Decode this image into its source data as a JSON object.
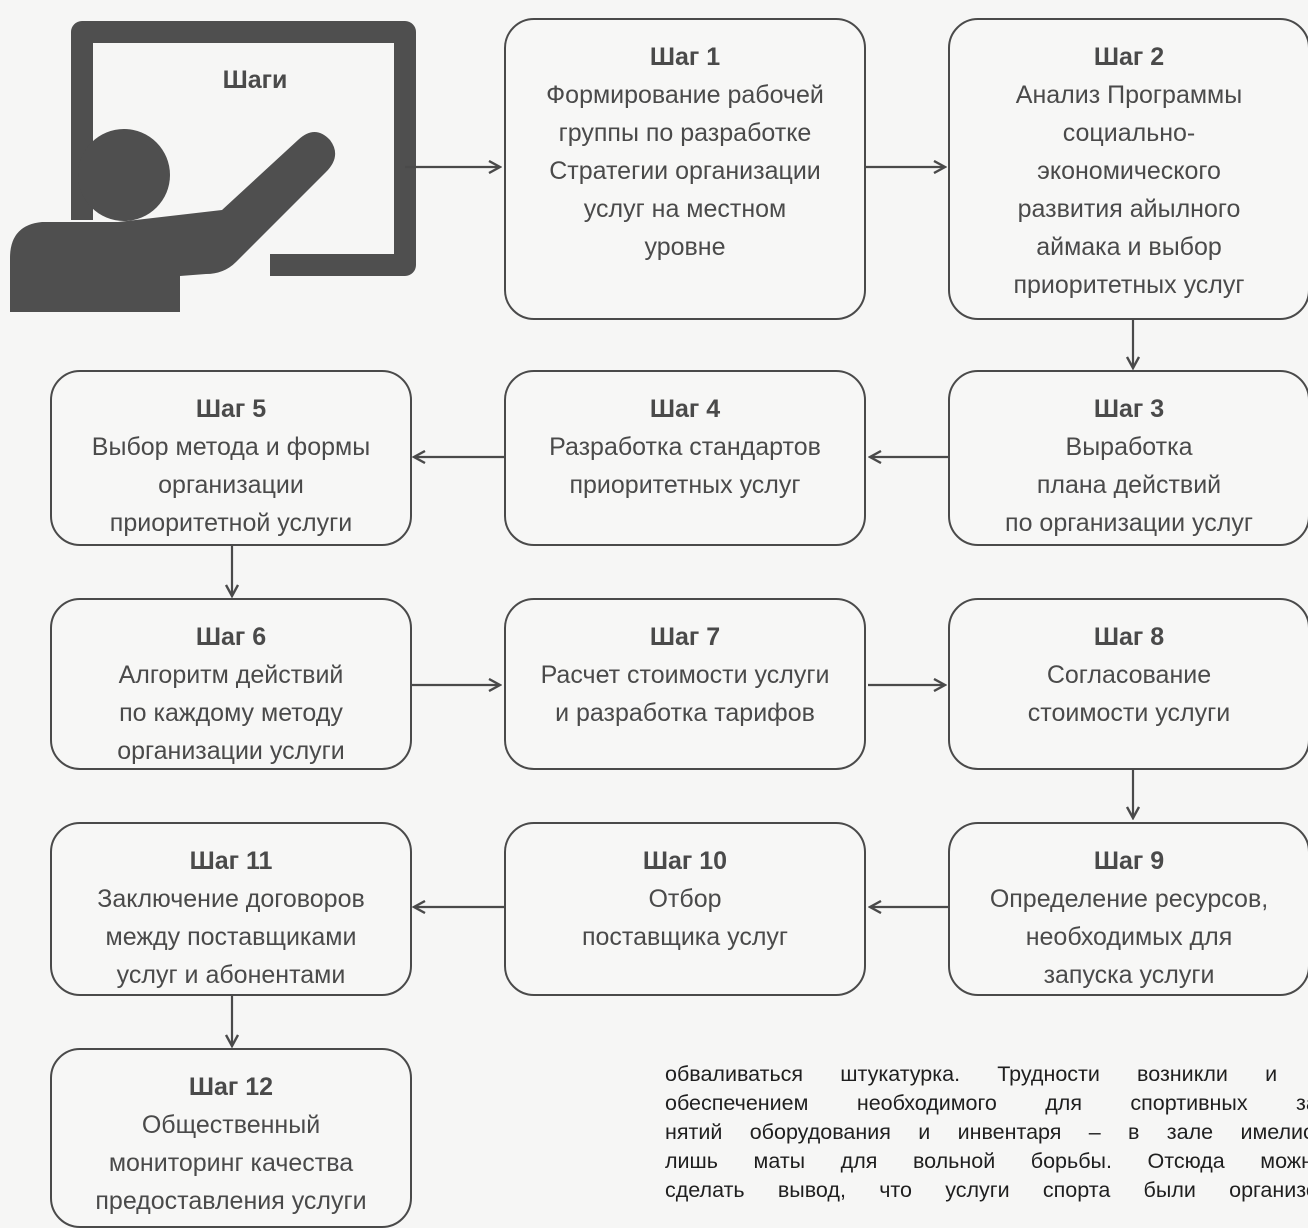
{
  "board": {
    "label": "Шаги"
  },
  "steps": [
    {
      "title": "Шаг 1",
      "text": "Формирование рабочей\nгруппы по разработке\nСтратегии организации\nуслуг на местном\nуровне"
    },
    {
      "title": "Шаг 2",
      "text": "Анализ Программы\nсоциально-\nэкономического\nразвития айылного\nаймака и выбор\nприоритетных услуг"
    },
    {
      "title": "Шаг 3",
      "text": "Выработка\nплана действий\nпо организации услуг"
    },
    {
      "title": "Шаг 4",
      "text": "Разработка стандартов\nприоритетных услуг"
    },
    {
      "title": "Шаг 5",
      "text": "Выбор метода и формы\nорганизации\nприоритетной услуги"
    },
    {
      "title": "Шаг 6",
      "text": "Алгоритм действий\nпо каждому методу\nорганизации услуги"
    },
    {
      "title": "Шаг 7",
      "text": "Расчет стоимости услуги\nи разработка тарифов"
    },
    {
      "title": "Шаг 8",
      "text": "Согласование\nстоимости услуги"
    },
    {
      "title": "Шаг 9",
      "text": "Определение ресурсов,\nнеобходимых для\nзапуска услуги"
    },
    {
      "title": "Шаг 10",
      "text": "Отбор\nпоставщика услуг"
    },
    {
      "title": "Шаг 11",
      "text": "Заключение договоров\nмежду поставщиками\nуслуг и абонентами"
    },
    {
      "title": "Шаг 12",
      "text": "Общественный\nмониторинг качества\nпредоставления услуги"
    }
  ],
  "paragraph": [
    "обваливаться штукатурка. Трудности возникли и с",
    "обеспечением необходимого для спортивных за-",
    "нятий оборудования и инвентаря – в зале имелись",
    "лишь маты для вольной борьбы. Отсюда можно",
    "сделать вывод, что услуги спорта были организо-"
  ],
  "colors": {
    "stroke": "#4a4a4a",
    "background": "#f6f6f5",
    "icon": "#4f4f4f"
  }
}
